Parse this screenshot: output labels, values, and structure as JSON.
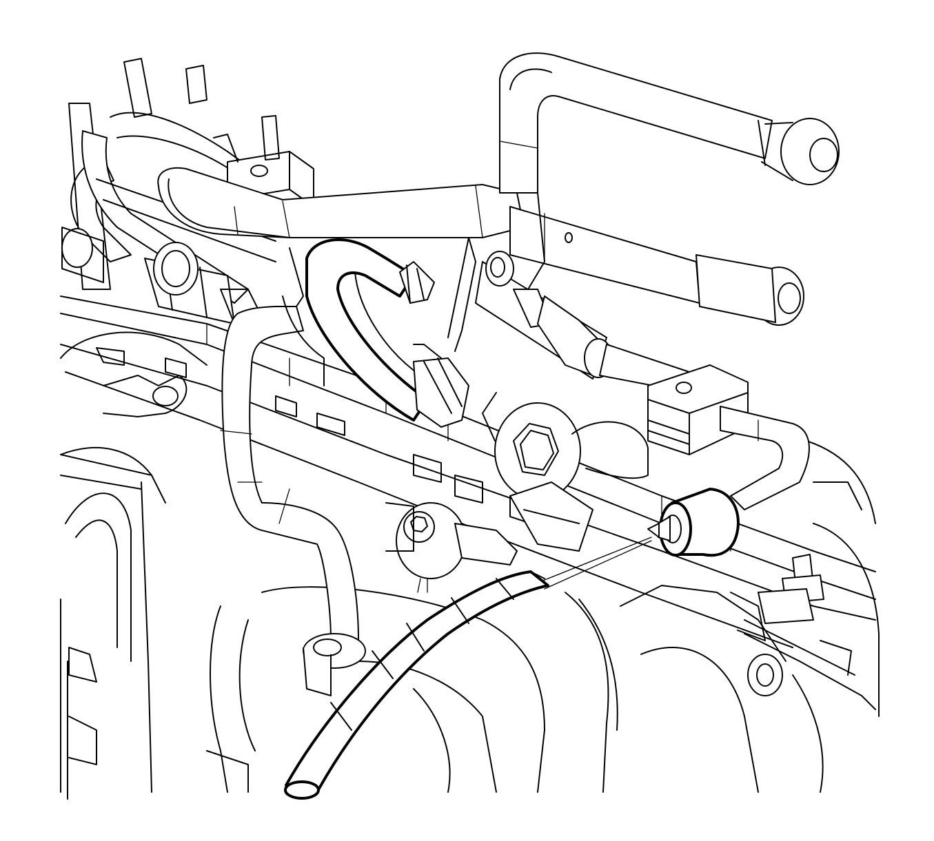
{
  "diagram": {
    "style": "black line-art technical illustration",
    "colors": {
      "stroke": "#000000",
      "background": "#ffffff"
    },
    "components": [
      "evap-purge-tube-upper",
      "evap-purge-tube-lower",
      "fuel-feed-pipe",
      "fuel-rail",
      "fuel-rail-bracket-bolt",
      "intake-manifold",
      "vacuum-hose-loop",
      "purge-hose-highlighted",
      "quick-connect-fitting",
      "sensor-connector",
      "pipe-retaining-clip"
    ]
  }
}
